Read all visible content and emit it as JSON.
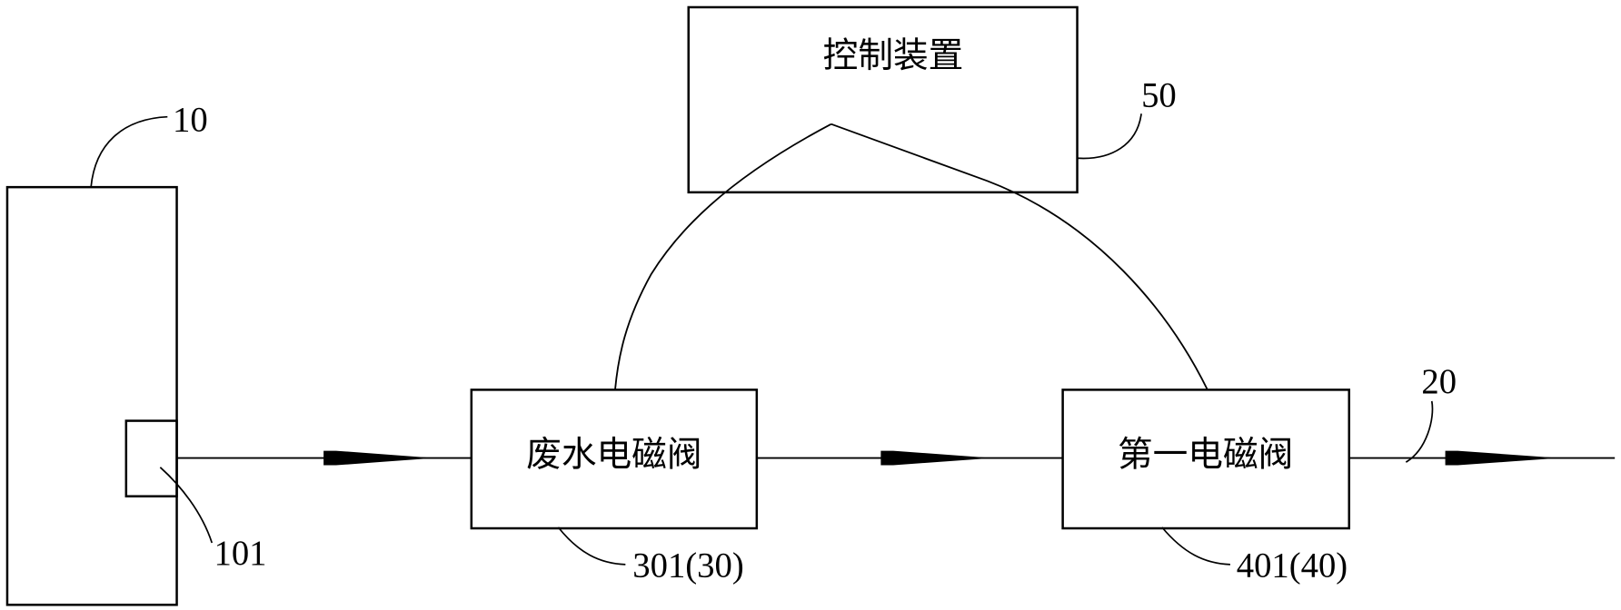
{
  "components": {
    "tank": {
      "ref": "10"
    },
    "outlet": {
      "ref": "101"
    },
    "pipe": {
      "ref": "20"
    },
    "waste_valve": {
      "label": "废水电磁阀",
      "ref": "301(30)"
    },
    "first_valve": {
      "label": "第一电磁阀",
      "ref": "401(40)"
    },
    "controller": {
      "label": "控制装置",
      "ref": "50"
    }
  }
}
